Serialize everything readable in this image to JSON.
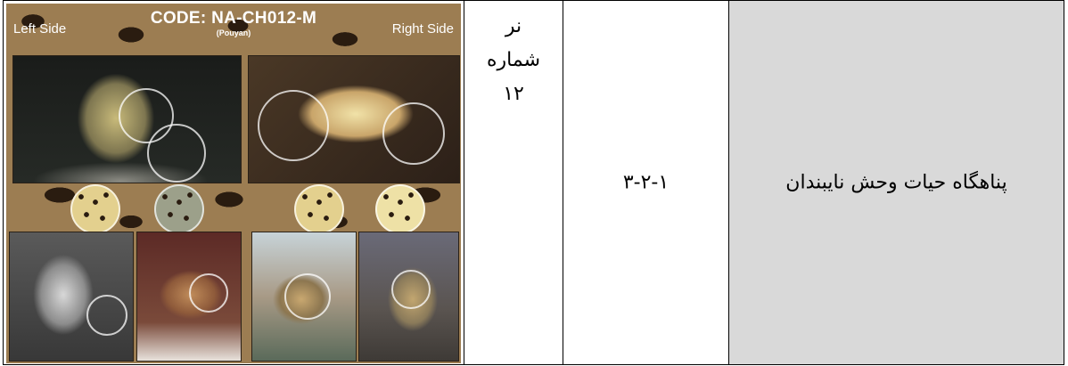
{
  "image_panel": {
    "left_side": "Left Side",
    "right_side": "Right Side",
    "code": "CODE: NA-CH012-M",
    "name": "(Pouyan)"
  },
  "label_cell": {
    "lines": [
      "نر",
      "شماره",
      "۱۲"
    ]
  },
  "code_cell": {
    "text": "۳-۲-۱"
  },
  "site_cell": {
    "text": "پناهگاه حیات وحش نایبندان",
    "background": "#d9d9d9"
  }
}
